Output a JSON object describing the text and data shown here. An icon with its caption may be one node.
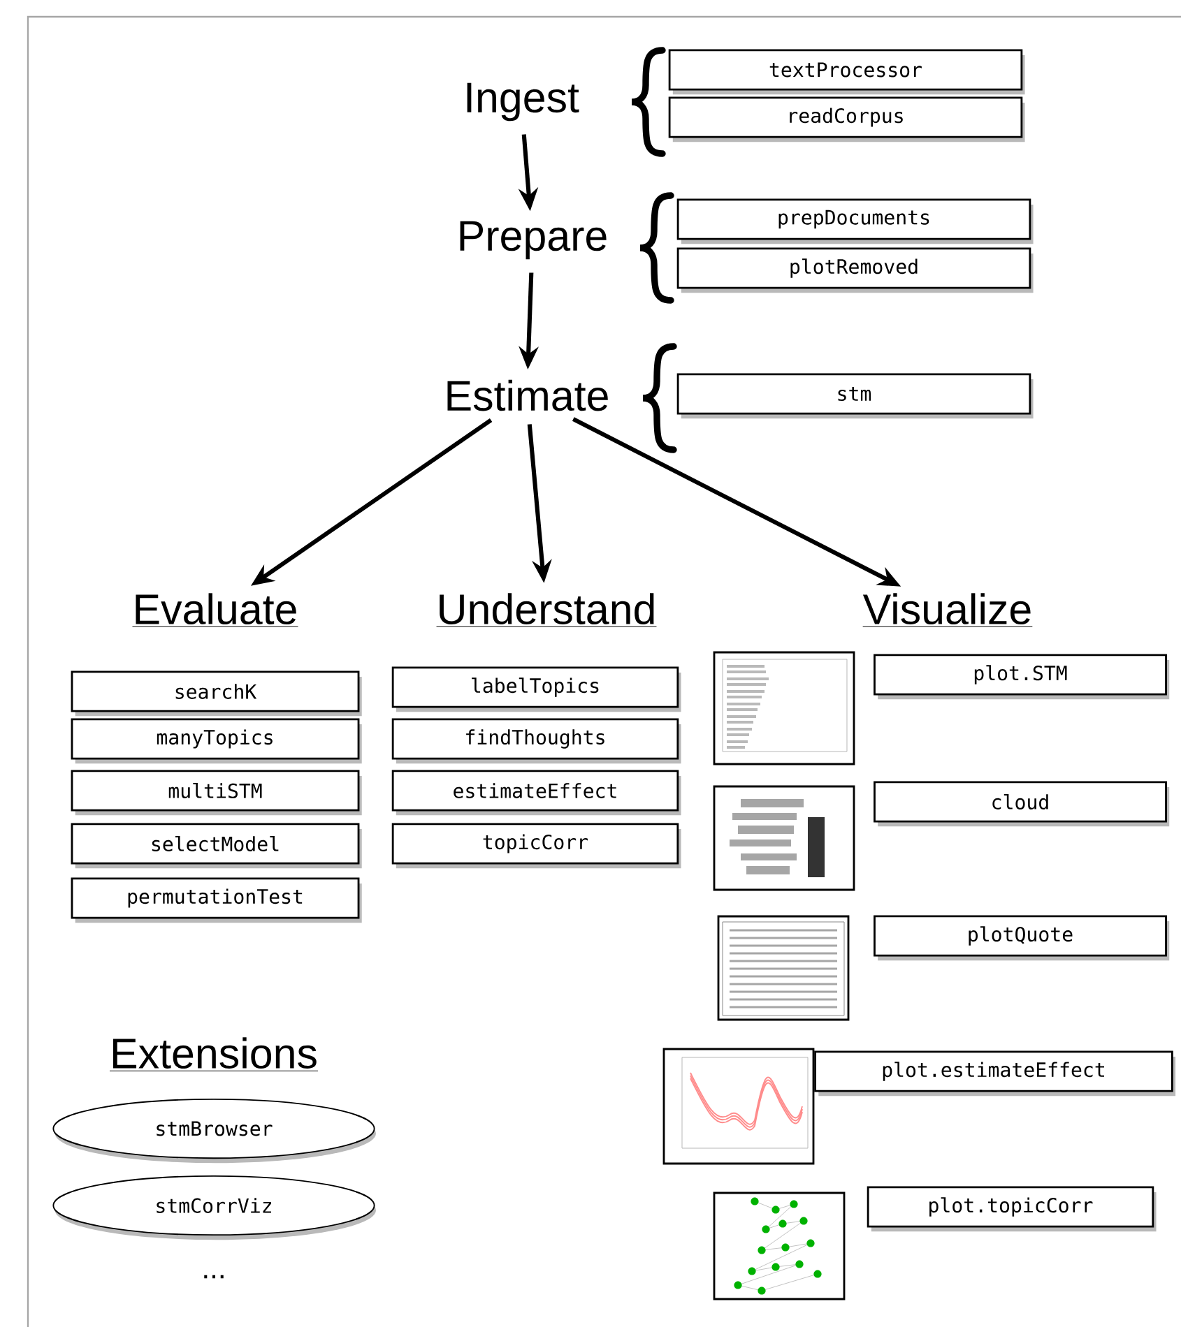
{
  "diagram": {
    "nodes": [
      {
        "text": [
          "Ingest"
        ]
      },
      {
        "text": [
          "Prepare"
        ]
      },
      {
        "text": [
          "Estimate"
        ]
      },
      {
        "text": [
          "Evaluate"
        ]
      },
      {
        "text": [
          "Understand"
        ]
      },
      {
        "text": [
          "Visualize"
        ]
      },
      {
        "text": [
          "textProcessor"
        ]
      },
      {
        "text": [
          "readCorpus"
        ]
      },
      {
        "text": [
          "prepDocuments"
        ]
      },
      {
        "text": [
          "plotRemoved"
        ]
      },
      {
        "text": [
          "stm"
        ]
      },
      {
        "text": [
          "searchK"
        ]
      },
      {
        "text": [
          "manyTopics"
        ]
      },
      {
        "text": [
          "multiSTM"
        ]
      },
      {
        "text": [
          "selectModel"
        ]
      },
      {
        "text": [
          "permutationTest"
        ]
      },
      {
        "text": [
          "labelTopics"
        ]
      },
      {
        "text": [
          "findThoughts"
        ]
      },
      {
        "text": [
          "estimateEffect"
        ]
      },
      {
        "text": [
          "topicCorr"
        ]
      },
      {
        "text": [
          "plot.STM"
        ]
      },
      {
        "text": [
          "cloud"
        ]
      },
      {
        "text": [
          "plotQuote"
        ]
      },
      {
        "text": [
          "plot.estimateEffect"
        ]
      },
      {
        "text": [
          "plot.topicCorr"
        ]
      },
      {
        "text": [
          "stmBrowser"
        ]
      },
      {
        "text": [
          "stmCorrViz"
        ]
      }
    ],
    "edges": [
      {
        "from": 0,
        "to": 1,
        "arrow": "to"
      },
      {
        "from": 1,
        "to": 2,
        "arrow": "to"
      },
      {
        "from": 2,
        "to": 3,
        "arrow": "to"
      },
      {
        "from": 2,
        "to": 4,
        "arrow": "to"
      },
      {
        "from": 2,
        "to": 5,
        "arrow": "to"
      }
    ],
    "labels": [
      "Extensions",
      "..."
    ]
  }
}
